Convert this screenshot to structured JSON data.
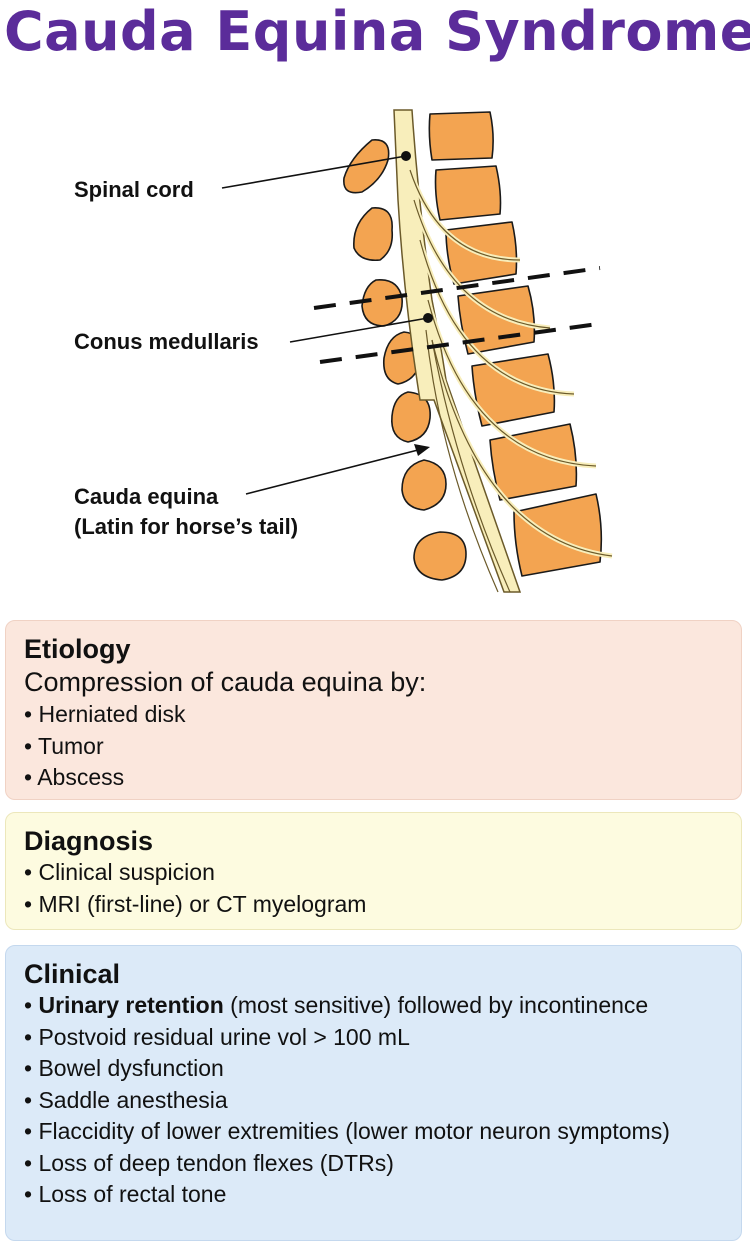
{
  "title": "Cauda Equina Syndrome",
  "figure": {
    "labels": {
      "spinal_cord": "Spinal cord",
      "conus_medullaris": "Conus medullaris",
      "cauda_equina_line1": "Cauda equina",
      "cauda_equina_line2": "(Latin for horse’s tail)"
    },
    "colors": {
      "bone": "#f3a451",
      "bone_outline": "#1a1a1a",
      "cord": "#f8eebb"
    }
  },
  "etiology": {
    "heading": "Etiology",
    "intro": "Compression of cauda equina by:",
    "items": [
      "Herniated disk",
      "Tumor",
      "Abscess"
    ]
  },
  "diagnosis": {
    "heading": "Diagnosis",
    "items": [
      "Clinical suspicion",
      "MRI (first-line) or CT myelogram"
    ]
  },
  "clinical": {
    "heading": "Clinical",
    "first_item_bold": "Urinary retention",
    "first_item_rest": " (most sensitive) followed by incontinence",
    "items": [
      "Postvoid residual urine vol > 100 mL",
      "Bowel dysfunction",
      "Saddle anesthesia",
      "Flaccidity of lower extremities (lower motor neuron symptoms)",
      "Loss of deep tendon flexes (DTRs)",
      "Loss of rectal tone"
    ]
  },
  "colors": {
    "title": "#5b2c9a",
    "etiology_bg": "#fbe7dd",
    "diagnosis_bg": "#fdfbe0",
    "clinical_bg": "#dceaf8"
  }
}
